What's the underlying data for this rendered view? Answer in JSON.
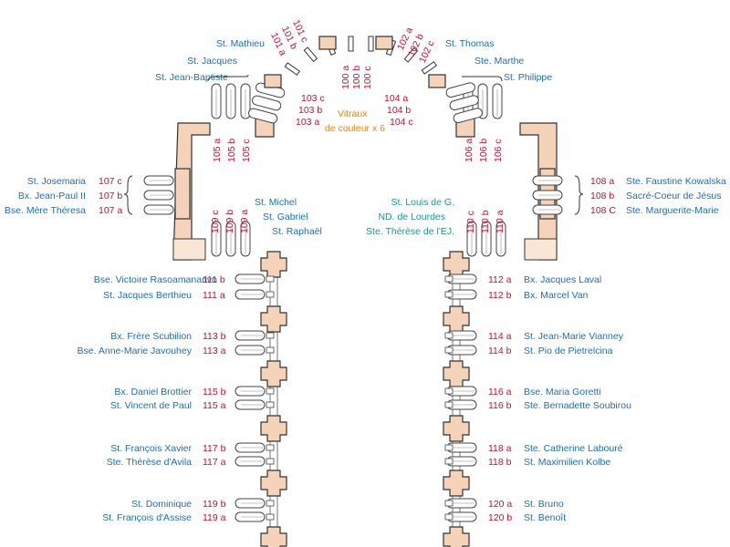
{
  "colors": {
    "wall_fill": "#f5d3b8",
    "wall_stroke": "#333333",
    "window_fill": "#ffffff",
    "name_text": "#1c6fb3",
    "number_text": "#c8102e",
    "teal_text": "#18998f",
    "highlight_text": "#e8820c"
  },
  "apse": {
    "left_top": {
      "numbers": [
        "101 c",
        "101 b",
        "101 a"
      ],
      "names": [
        "St. Mathieu",
        "St. Jacques",
        "St. Jean-Baptiste"
      ]
    },
    "center": {
      "numbers": [
        "100 a",
        "100 b",
        "100 c"
      ]
    },
    "right_top": {
      "numbers": [
        "102 a",
        "102 b",
        "102 c"
      ],
      "names": [
        "St. Thomas",
        "Ste. Marthe",
        "St. Philippe"
      ]
    },
    "left_inner": {
      "numbers": [
        "103 c",
        "103 b",
        "103 a"
      ]
    },
    "right_inner": {
      "numbers": [
        "104 a",
        "104 b",
        "104 c"
      ]
    },
    "note_line1": "Vitraux",
    "note_line2": "de couleur x 6"
  },
  "upper_left": {
    "numbers": [
      "105 a",
      "105 b",
      "105 c"
    ]
  },
  "upper_right": {
    "numbers": [
      "106 a",
      "106 b",
      "106 c"
    ]
  },
  "transept_left": {
    "rows": [
      {
        "name": "St. Josemaria",
        "number": "107 c"
      },
      {
        "name": "Bx. Jean-Paul II",
        "number": "107 b"
      },
      {
        "name": "Bse. Mère Théresa",
        "number": "107 a"
      }
    ]
  },
  "transept_right": {
    "rows": [
      {
        "number": "108 a",
        "name": "Ste. Faustine Kowalska"
      },
      {
        "number": "108 b",
        "name": "Sacré-Coeur de Jésus"
      },
      {
        "number": "108 C",
        "name": "Ste. Marguerite-Marie"
      }
    ]
  },
  "chapel_left": {
    "numbers": [
      "109 c",
      "109 b",
      "109 a"
    ],
    "names": [
      "St. Michel",
      "St. Gabriel",
      "St. Raphaël"
    ]
  },
  "chapel_right": {
    "numbers": [
      "110 c",
      "110 b",
      "110 a"
    ],
    "names": [
      "St. Louis de G.",
      "ND. de Lourdes",
      "Ste. Thérèse de l'EJ."
    ]
  },
  "nave_left": [
    {
      "name": "Bse. Victoire Rasoamanarivo",
      "number": "111 b"
    },
    {
      "name": "St. Jacques Berthieu",
      "number": "111 a"
    },
    {
      "name": "Bx. Frère Scubilion",
      "number": "113 b"
    },
    {
      "name": "Bse. Anne-Marie Javouhey",
      "number": "113 a"
    },
    {
      "name": "Bx. Daniel Brottier",
      "number": "115 b"
    },
    {
      "name": "St. Vincent de Paul",
      "number": "115 a"
    },
    {
      "name": "St. François Xavier",
      "number": "117 b"
    },
    {
      "name": "Ste. Thérèse d'Avila",
      "number": "117 a"
    },
    {
      "name": "St. Dominique",
      "number": "119 b"
    },
    {
      "name": "St. François d'Assise",
      "number": "119 a"
    }
  ],
  "nave_right": [
    {
      "number": "112 a",
      "name": "Bx. Jacques Laval"
    },
    {
      "number": "112 b",
      "name": "Bx. Marcel Van"
    },
    {
      "number": "114 a",
      "name": "St. Jean-Marie Vianney"
    },
    {
      "number": "114 b",
      "name": "St. Pio de Pietrelcina"
    },
    {
      "number": "116 a",
      "name": "Bse. Maria Goretti"
    },
    {
      "number": "116 b",
      "name": "Ste. Bernadette Soubirou"
    },
    {
      "number": "118 a",
      "name": "Ste. Catherine Labouré"
    },
    {
      "number": "118 b",
      "name": "St. Maximilien Kolbe"
    },
    {
      "number": "120 a",
      "name": "St. Bruno"
    },
    {
      "number": "120 b",
      "name": "St. Benoît"
    }
  ]
}
